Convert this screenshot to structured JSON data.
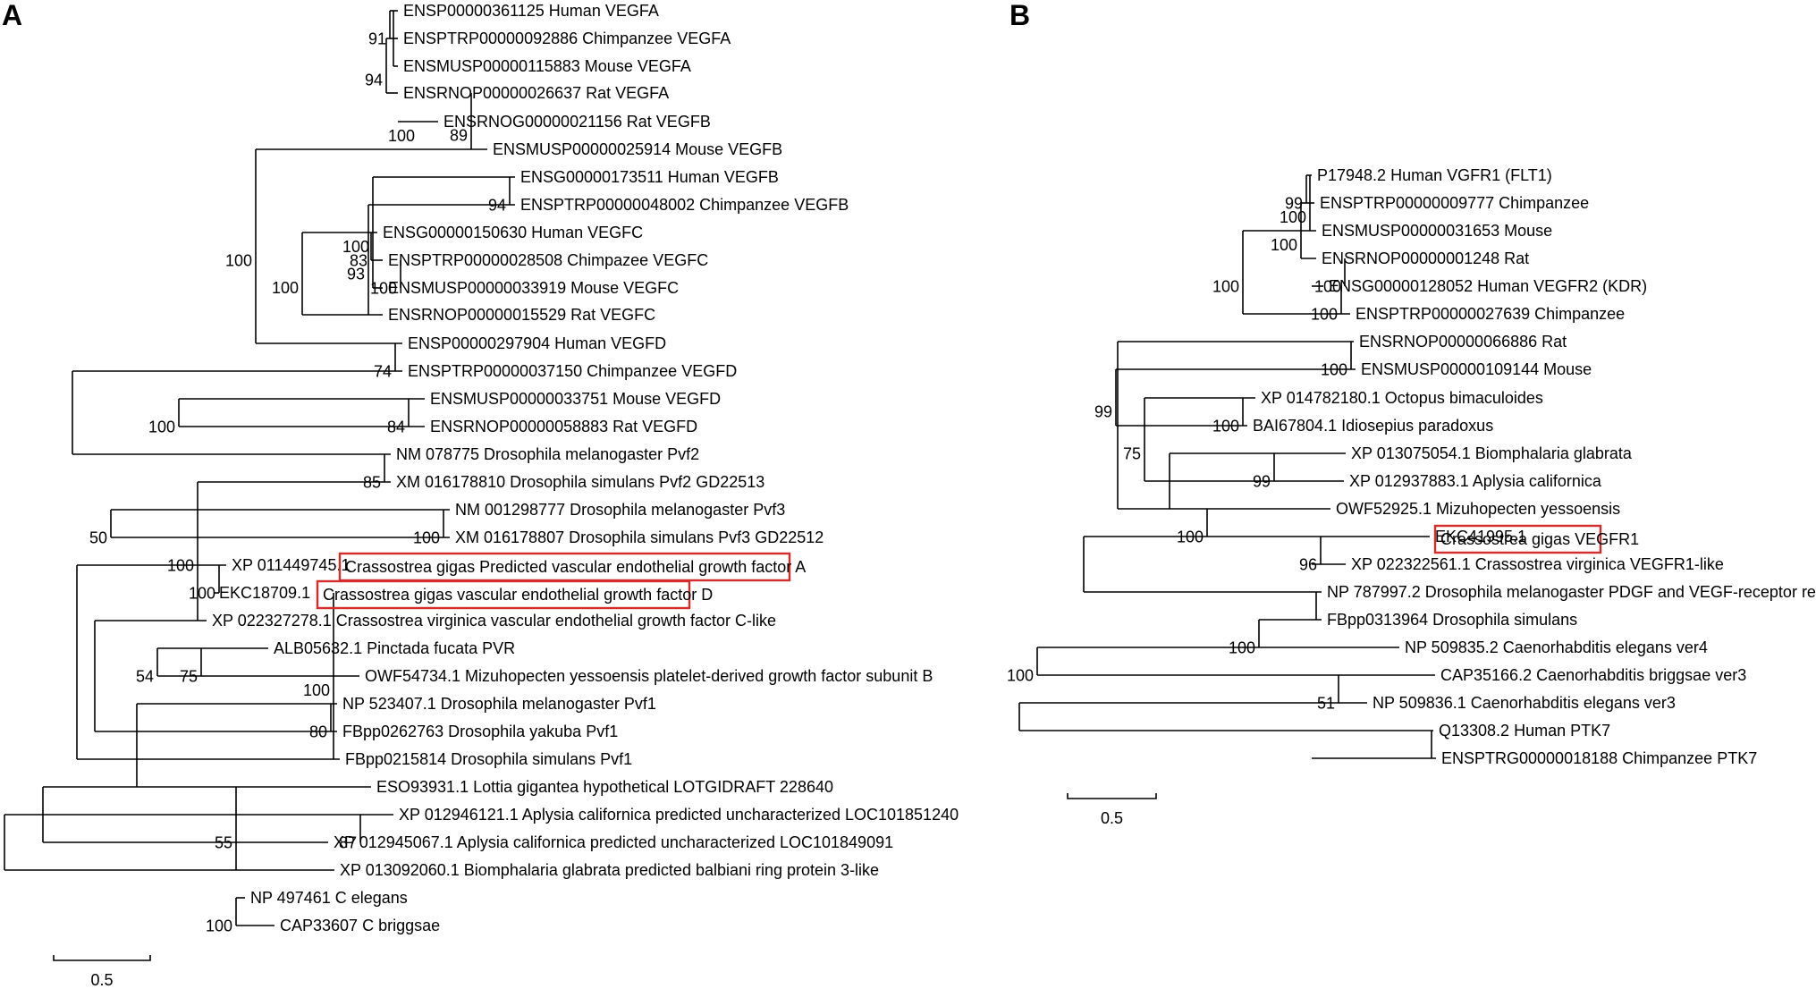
{
  "figure": {
    "highlight_color": "#d42b2b",
    "panels": [
      {
        "id": "A",
        "label": "A",
        "scale_label": "0.5",
        "leaves": [
          "ENSP00000361125 Human VEGFA",
          "ENSPTRP00000092886 Chimpanzee VEGFA",
          "ENSMUSP00000115883 Mouse VEGFA",
          "ENSRNOP00000026637 Rat VEGFA",
          "ENSRNOG00000021156 Rat VEGFB",
          "ENSMUSP00000025914 Mouse VEGFB",
          "ENSG00000173511 Human VEGFB",
          "ENSPTRP00000048002 Chimpanzee VEGFB",
          "ENSG00000150630 Human VEGFC",
          "ENSPTRP00000028508 Chimpazee VEGFC",
          "ENSMUSP00000033919 Mouse VEGFC",
          "ENSRNOP00000015529 Rat VEGFC",
          "ENSP00000297904 Human VEGFD",
          "ENSPTRP00000037150 Chimpanzee VEGFD",
          "ENSMUSP00000033751 Mouse VEGFD",
          "ENSRNOP00000058883 Rat VEGFD",
          "NM 078775 Drosophila melanogaster Pvf2",
          "XM 016178810 Drosophila simulans Pvf2 GD22513",
          "NM 001298777 Drosophila melanogaster Pvf3",
          "XM 016178807 Drosophila simulans Pvf3 GD22512",
          "XP 011449745.1",
          "EKC18709.1",
          "XP 022327278.1 Crassostrea virginica vascular endothelial growth factor C-like",
          "ALB05632.1 Pinctada fucata PVR",
          "OWF54734.1 Mizuhopecten yessoensis platelet-derived growth factor subunit B",
          "NP 523407.1 Drosophila melanogaster Pvf1",
          "FBpp0262763 Drosophila yakuba Pvf1",
          "FBpp0215814 Drosophila simulans Pvf1",
          "ESO93931.1 Lottia gigantea hypothetical LOTGIDRAFT 228640",
          "XP 012946121.1 Aplysia californica predicted uncharacterized LOC101851240",
          "XP 012945067.1 Aplysia californica predicted uncharacterized LOC101849091",
          "XP 013092060.1 Biomphalaria glabrata predicted balbiani ring protein 3-like",
          "NP 497461 C elegans",
          "CAP33607 C briggsae"
        ],
        "highlighted": [
          "Crassostrea gigas Predicted vascular endothelial growth factor A",
          "Crassostrea gigas vascular endothelial growth factor D"
        ],
        "bootstrap": [
          "91",
          "100",
          "94",
          "94",
          "89",
          "100",
          "100",
          "83",
          "100",
          "93",
          "100",
          "74",
          "100",
          "84",
          "100",
          "85",
          "100",
          "100",
          "100",
          "50",
          "54",
          "80",
          "100",
          "55",
          "87",
          "75",
          "100"
        ]
      },
      {
        "id": "B",
        "label": "B",
        "scale_label": "0.5",
        "leaves": [
          "P17948.2 Human VGFR1 (FLT1)",
          "ENSPTRP00000009777 Chimpanzee",
          "ENSMUSP00000031653 Mouse",
          "ENSRNOP00000001248 Rat",
          "ENSG00000128052 Human VEGFR2 (KDR)",
          "ENSPTRP00000027639 Chimpanzee",
          "ENSRNOP00000066886 Rat",
          "ENSMUSP00000109144 Mouse",
          "XP 014782180.1 Octopus bimaculoides",
          "BAI67804.1 Idiosepius paradoxus",
          "XP 013075054.1 Biomphalaria glabrata",
          "XP 012937883.1 Aplysia californica",
          "OWF52925.1 Mizuhopecten yessoensis",
          "EKC41995.1",
          "XP 022322561.1 Crassostrea virginica VEGFR1-like",
          "NP 787997.2 Drosophila melanogaster PDGF and VEGF-receptor related",
          "FBpp0313964 Drosophila simulans",
          "NP 509835.2 Caenorhabditis elegans ver4",
          "CAP35166.2 Caenorhabditis briggsae ver3",
          "NP 509836.1 Caenorhabditis elegans ver3",
          "Q13308.2 Human PTK7",
          "ENSPTRG00000018188 Chimpanzee PTK7"
        ],
        "highlighted": [
          "Crassostrea gigas VEGFR1"
        ],
        "bootstrap": [
          "99",
          "100",
          "100",
          "100",
          "100",
          "100",
          "100",
          "100",
          "99",
          "75",
          "96",
          "100",
          "100",
          "51",
          "100"
        ]
      }
    ]
  }
}
